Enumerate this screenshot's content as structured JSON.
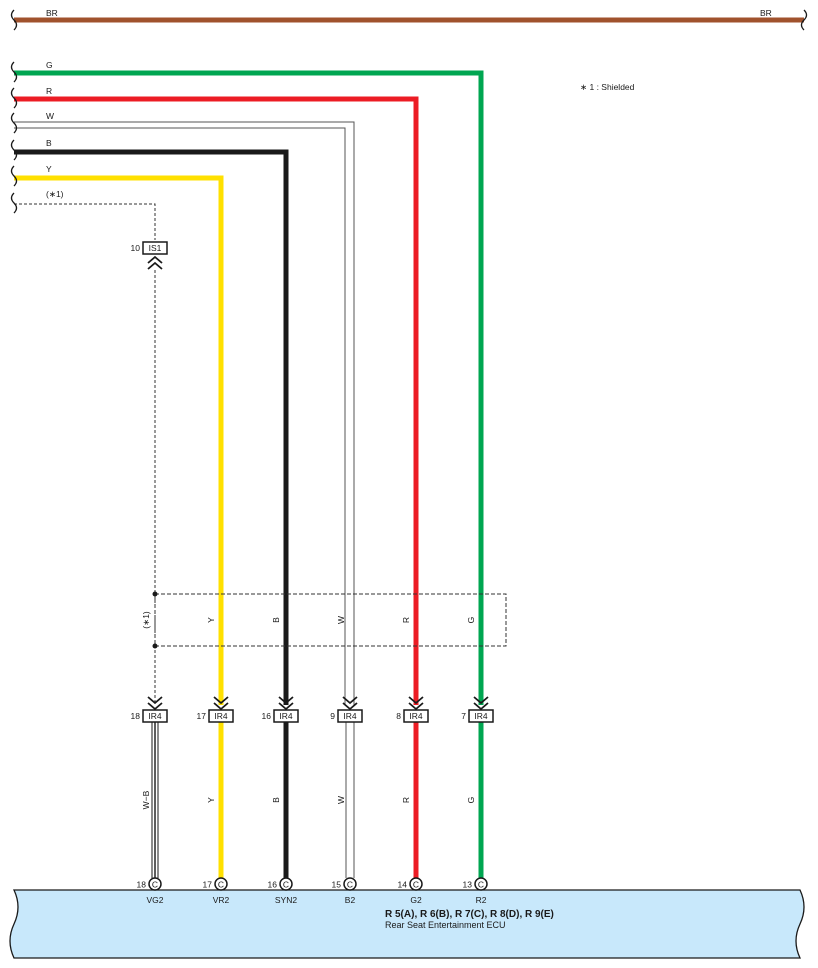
{
  "colors": {
    "BR": "#a0522d",
    "G": "#00a651",
    "R": "#ec1c24",
    "W": "#ffffff",
    "B": "#1a1a1a",
    "Y": "#ffe000",
    "ecu_fill": "#c8e8fb"
  },
  "top_wire": {
    "left_label": "BR",
    "right_label": "BR"
  },
  "wires": [
    {
      "id": "G",
      "label": "G"
    },
    {
      "id": "R",
      "label": "R"
    },
    {
      "id": "W",
      "label": "W"
    },
    {
      "id": "B",
      "label": "B"
    },
    {
      "id": "Y",
      "label": "Y"
    },
    {
      "id": "S",
      "label": "(∗1)"
    }
  ],
  "note": "∗ 1 : Shielded",
  "is_connector": {
    "pin": "10",
    "name": "IS1"
  },
  "shield_box": {
    "side_label": "(∗1)",
    "labels": [
      "Y",
      "B",
      "W",
      "R",
      "G"
    ]
  },
  "ir_connectors": [
    {
      "pin": "18",
      "name": "IR4"
    },
    {
      "pin": "17",
      "name": "IR4"
    },
    {
      "pin": "16",
      "name": "IR4"
    },
    {
      "pin": "9",
      "name": "IR4"
    },
    {
      "pin": "8",
      "name": "IR4"
    },
    {
      "pin": "7",
      "name": "IR4"
    }
  ],
  "lower_labels": [
    "W−B",
    "Y",
    "B",
    "W",
    "R",
    "G"
  ],
  "ecu_pins": [
    {
      "pin": "18",
      "code": "C",
      "name": "VG2"
    },
    {
      "pin": "17",
      "code": "C",
      "name": "VR2"
    },
    {
      "pin": "16",
      "code": "C",
      "name": "SYN2"
    },
    {
      "pin": "15",
      "code": "C",
      "name": "B2"
    },
    {
      "pin": "14",
      "code": "C",
      "name": "G2"
    },
    {
      "pin": "13",
      "code": "C",
      "name": "R2"
    }
  ],
  "ecu": {
    "connectors": "R 5(A), R 6(B), R 7(C), R 8(D), R 9(E)",
    "name": "Rear Seat Entertainment ECU"
  }
}
